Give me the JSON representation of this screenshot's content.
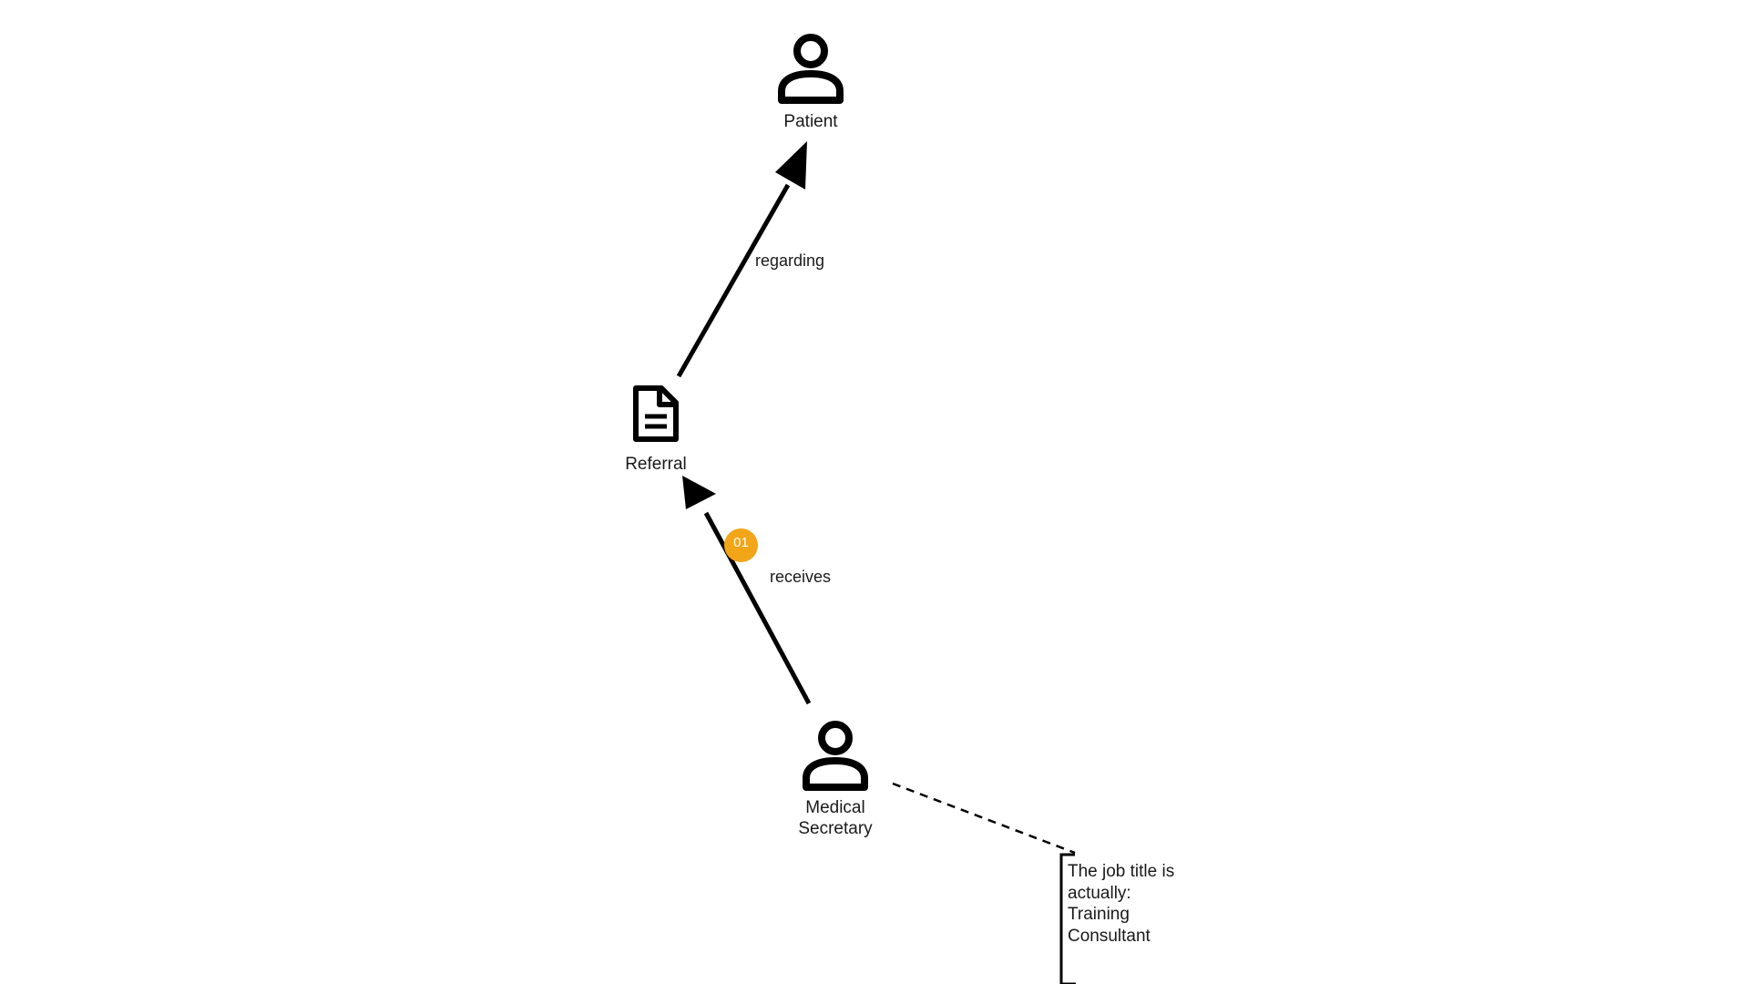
{
  "diagram": {
    "nodes": {
      "patient": {
        "label": "Patient",
        "icon": "person-icon"
      },
      "referral": {
        "label": "Referral",
        "icon": "document-icon"
      },
      "medical_secretary": {
        "label_line1": "Medical",
        "label_line2": "Secretary",
        "icon": "person-icon"
      }
    },
    "edges": {
      "regarding": {
        "label": "regarding",
        "from": "Referral",
        "to": "Patient"
      },
      "receives": {
        "label": "receives",
        "from": "Medical Secretary",
        "to": "Referral",
        "badge": "01"
      }
    },
    "note": {
      "lines": [
        "The job title is",
        "actually:",
        "Training",
        "Consultant"
      ]
    },
    "colors": {
      "stroke": "#000000",
      "badge": "#f2a516",
      "text": "#1a1a1a"
    }
  }
}
